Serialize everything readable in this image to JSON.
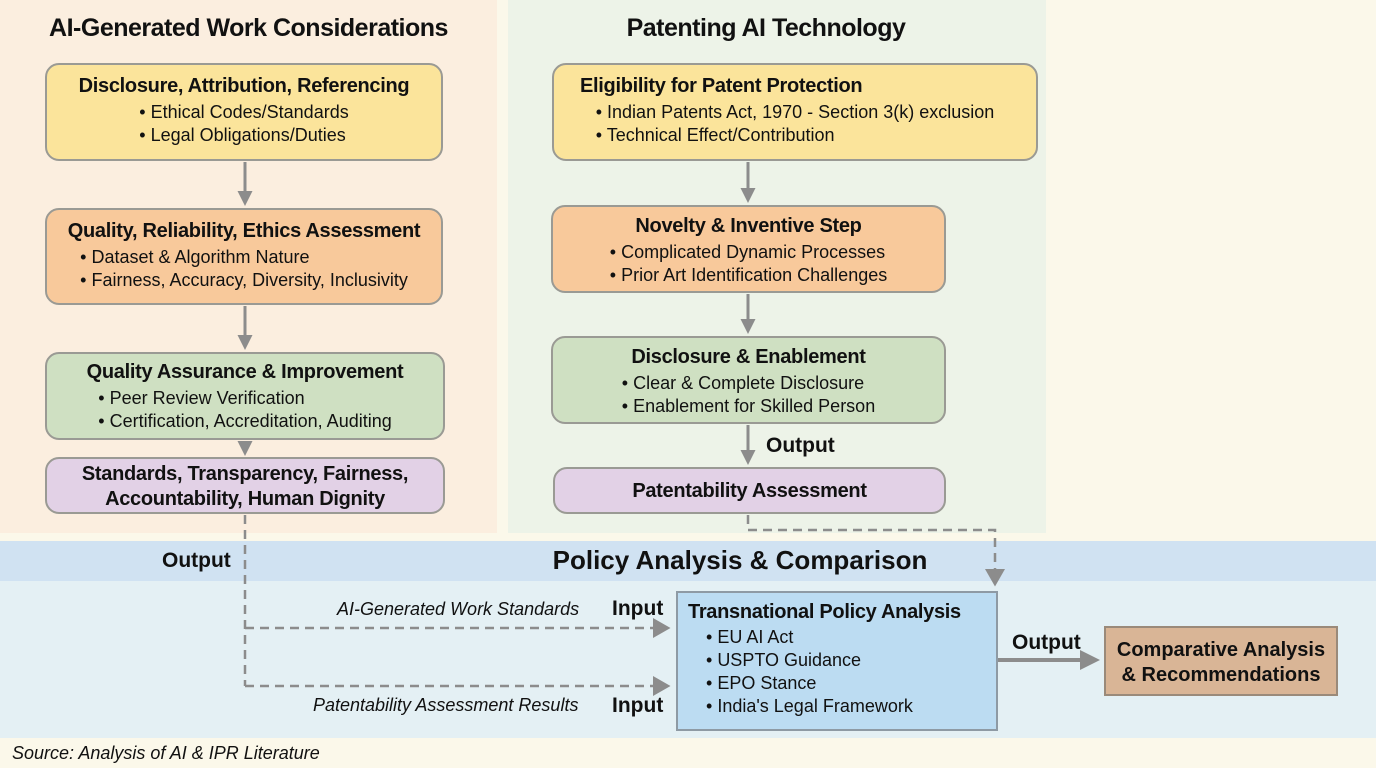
{
  "left_panel": {
    "title": "AI-Generated Work Considerations",
    "boxes": [
      {
        "title": "Disclosure, Attribution, Referencing",
        "items": [
          "Ethical Codes/Standards",
          "Legal Obligations/Duties"
        ]
      },
      {
        "title": "Quality, Reliability, Ethics Assessment",
        "items": [
          "Dataset & Algorithm Nature",
          "Fairness, Accuracy, Diversity, Inclusivity"
        ]
      },
      {
        "title": "Quality Assurance & Improvement",
        "items": [
          "Peer Review Verification",
          "Certification, Accreditation, Auditing"
        ]
      },
      {
        "title": "Standards, Transparency, Fairness,",
        "title2": "Accountability, Human Dignity"
      }
    ],
    "output_label": "Output"
  },
  "right_panel": {
    "title": "Patenting AI Technology",
    "boxes": [
      {
        "title": "Eligibility for Patent Protection",
        "items": [
          "Indian Patents Act, 1970 - Section 3(k) exclusion",
          "Technical Effect/Contribution"
        ]
      },
      {
        "title": "Novelty & Inventive Step",
        "items": [
          "Complicated Dynamic Processes",
          "Prior Art Identification Challenges"
        ]
      },
      {
        "title": "Disclosure & Enablement",
        "items": [
          "Clear & Complete Disclosure",
          "Enablement for Skilled Person"
        ]
      },
      {
        "title": "Patentability Assessment"
      }
    ],
    "output_label": "Output"
  },
  "policy": {
    "title": "Policy Analysis & Comparison",
    "input1_desc": "AI-Generated Work Standards",
    "input2_desc": "Patentability Assessment Results",
    "input_label": "Input",
    "tpa": {
      "title": "Transnational Policy Analysis",
      "items": [
        "EU AI Act",
        "USPTO Guidance",
        "EPO Stance",
        "India's Legal Framework"
      ]
    },
    "output_label": "Output",
    "result": {
      "line1": "Comparative Analysis",
      "line2": "& Recommendations"
    }
  },
  "source": "Source: Analysis of AI & IPR Literature",
  "colors": {
    "yellow": "#fbe49b",
    "orange": "#f8c99b",
    "green": "#cfe0c2",
    "purple": "#e2d1e6",
    "blue": "#bcdcf2",
    "brown": "#d9b596"
  }
}
